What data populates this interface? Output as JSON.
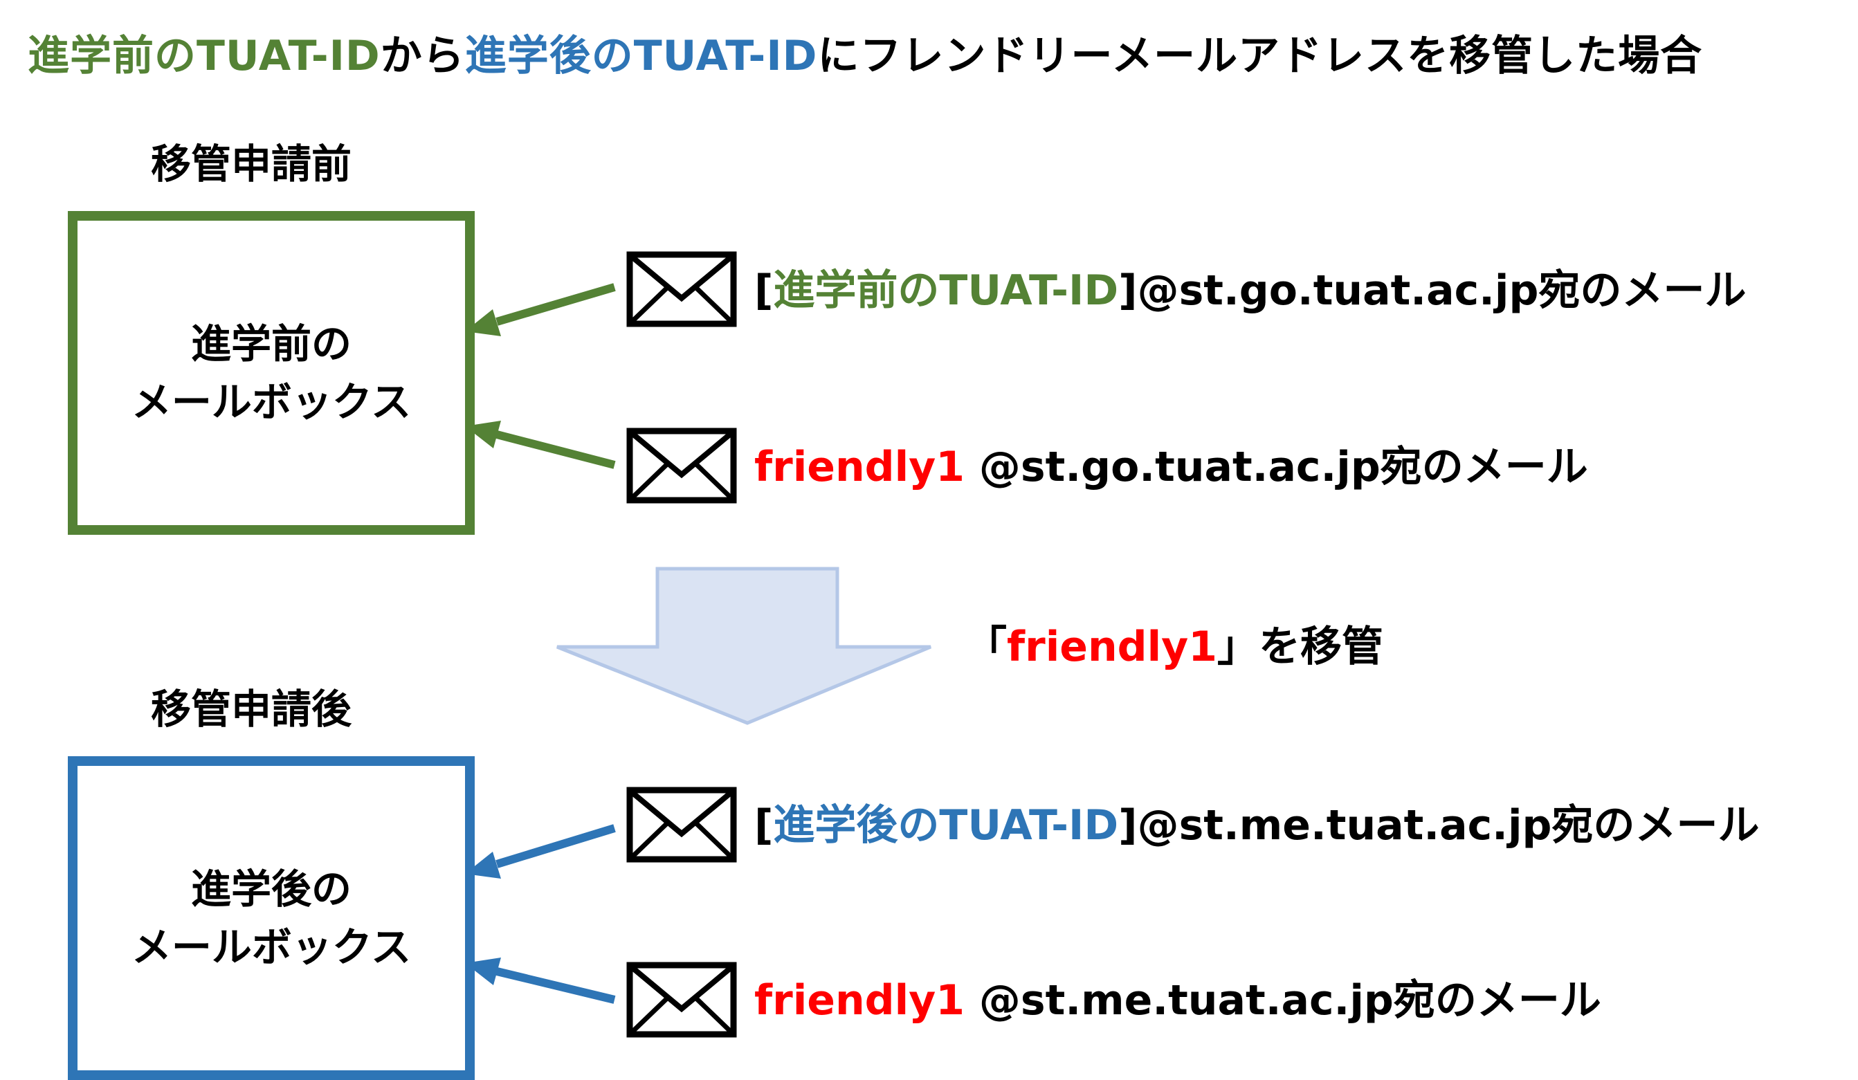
{
  "title": {
    "part1": "進学前のTUAT-ID",
    "part2": "から",
    "part3": "進学後のTUAT-ID",
    "part4": "にフレンドリーメールアドレスを移管した場合"
  },
  "before": {
    "label": "移管申請前",
    "mailbox": {
      "line1": "進学前の",
      "line2": "メールボックス"
    },
    "mail1": {
      "open": "[",
      "id": "進学前のTUAT-ID",
      "rest": "]@st.go.tuat.ac.jp宛のメール"
    },
    "mail2": {
      "alias": "friendly1",
      "rest": " @st.go.tuat.ac.jp宛のメール"
    }
  },
  "transfer": {
    "open": "「",
    "alias": "friendly1",
    "close": "」を移管"
  },
  "after": {
    "label": "移管申請後",
    "mailbox": {
      "line1": "進学後の",
      "line2": "メールボックス"
    },
    "mail1": {
      "open": "[",
      "id": "進学後のTUAT-ID",
      "rest": "]@st.me.tuat.ac.jp宛のメール"
    },
    "mail2": {
      "alias": "friendly1",
      "rest": " @st.me.tuat.ac.jp宛のメール"
    }
  },
  "colors": {
    "green": "#548235",
    "blue": "#2E75B6",
    "red": "#FF0000",
    "arrow_fill": "#DAE3F3",
    "arrow_stroke": "#B4C7E7"
  },
  "icons": [
    "envelope-icon",
    "down-arrow-icon"
  ]
}
